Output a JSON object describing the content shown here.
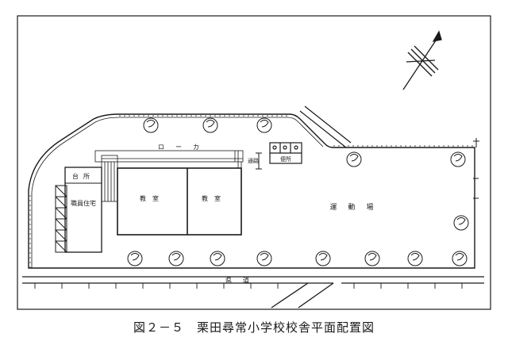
{
  "figure": {
    "caption": "図２－５　栗田尋常小学校校舎平面配置図",
    "labels": {
      "kitchen": "台所",
      "staff_housing": "職員住宅",
      "classroom_left": "教室",
      "classroom_right": "教室",
      "corridor": "ローカ",
      "passage": "通路",
      "toilet": "便所",
      "playground": "運動場",
      "road": "県道"
    }
  }
}
